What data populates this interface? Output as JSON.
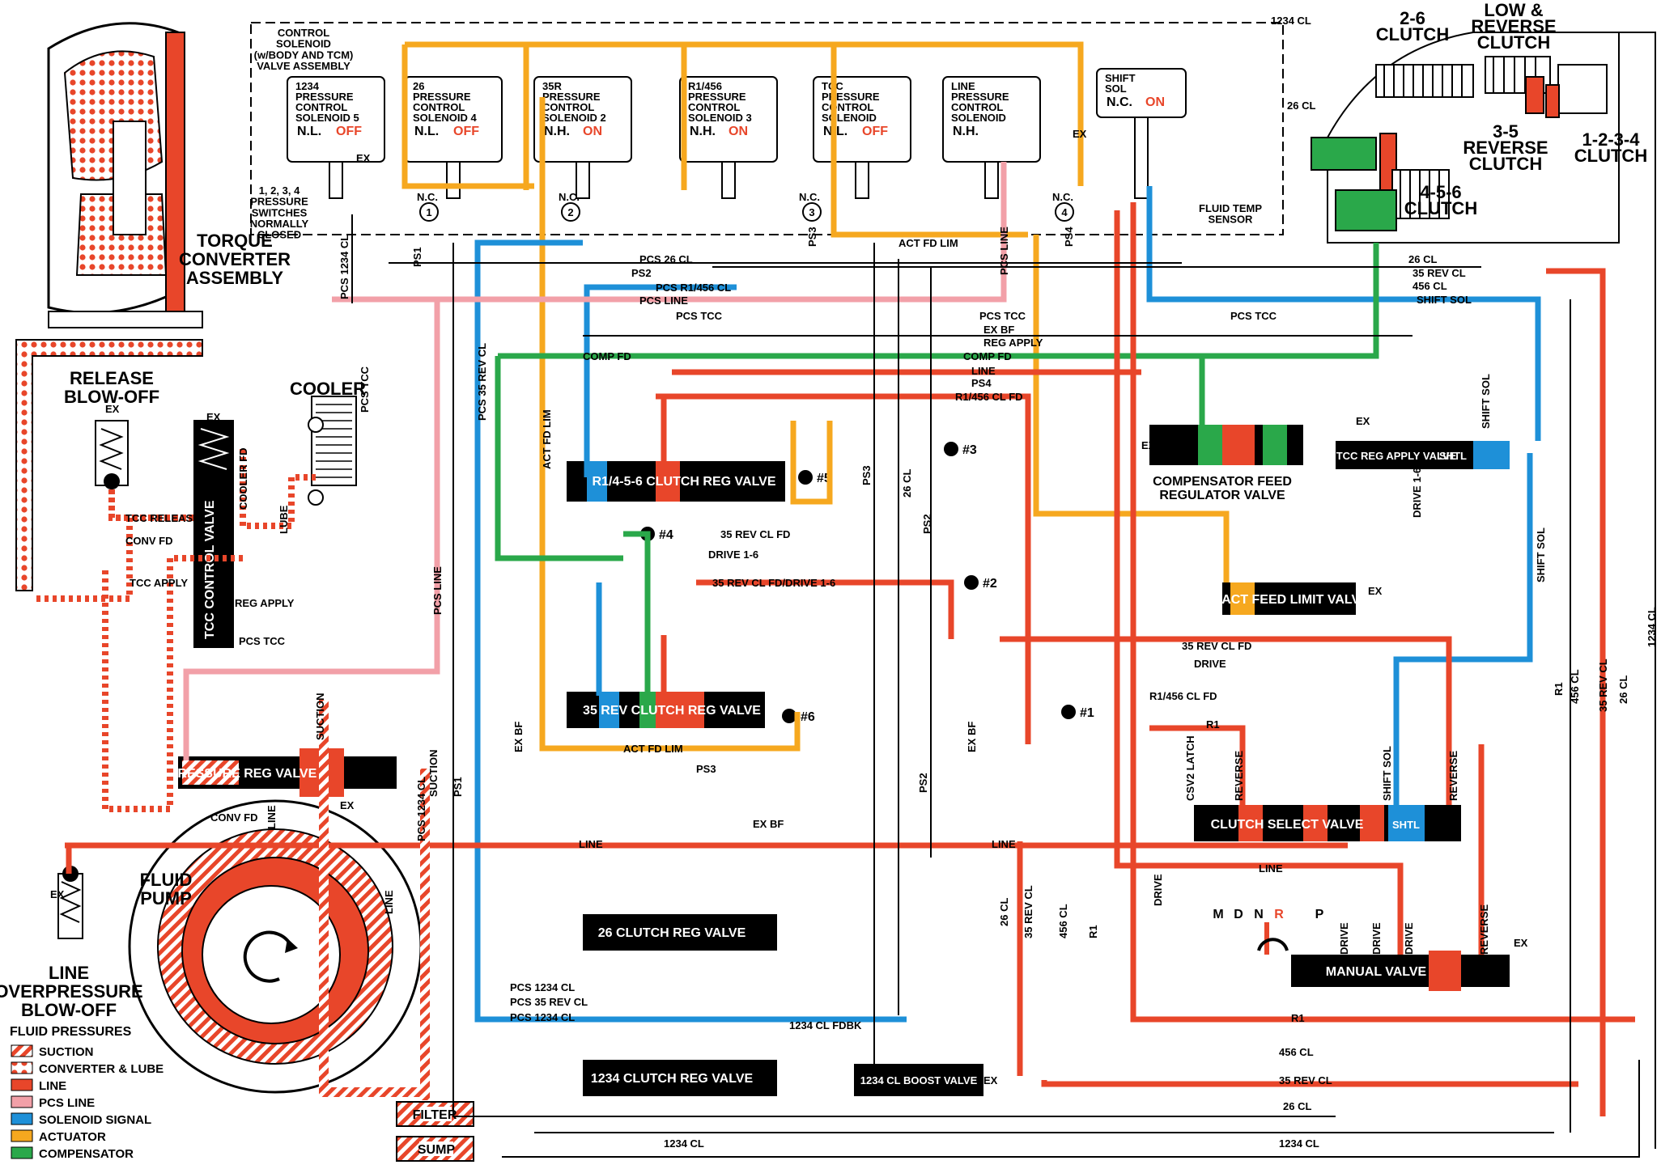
{
  "colors": {
    "line": "#e8462a",
    "pcs_line": "#f2a0a8",
    "solenoid_signal": "#1e90d8",
    "actuator": "#f6a81f",
    "compensator": "#2aa84a",
    "converter": "#e8462a",
    "black": "#000000"
  },
  "titles": {
    "torque_converter": "TORQUE\nCONVERTER\nASSEMBLY",
    "release_blowoff": "RELEASE\nBLOW-OFF",
    "cooler": "COOLER",
    "fluid_pump": "FLUID\nPUMP",
    "line_overpressure": "LINE\nOVERPRESSURE\nBLOW-OFF",
    "filter": "FILTER",
    "sump": "SUMP",
    "control_solenoid_assembly": "CONTROL\nSOLENOID\n(w/BODY AND TCM)\nVALVE ASSEMBLY",
    "pressure_switches": "1, 2, 3, 4\nPRESSURE\nSWITCHES\nNORMALLY\nCLOSED",
    "fluid_temp_sensor": "FLUID TEMP\nSENSOR",
    "compensator_feed_regulator": "COMPENSATOR FEED\nREGULATOR VALVE"
  },
  "clutches": [
    {
      "id": "c26",
      "label": "2-6\nCLUTCH"
    },
    {
      "id": "clr",
      "label": "LOW &\nREVERSE\nCLUTCH"
    },
    {
      "id": "c35r",
      "label": "3-5\nREVERSE\nCLUTCH"
    },
    {
      "id": "c456",
      "label": "4-5-6\nCLUTCH"
    },
    {
      "id": "c1234",
      "label": "1-2-3-4\nCLUTCH"
    }
  ],
  "solenoids": [
    {
      "name": "1234\nPRESSURE\nCONTROL\nSOLENOID 5",
      "type": "N.L.",
      "state": "OFF"
    },
    {
      "name": "26\nPRESSURE\nCONTROL\nSOLENOID 4",
      "type": "N.L.",
      "state": "OFF"
    },
    {
      "name": "35R\nPRESSURE\nCONTROL\nSOLENOID 2",
      "type": "N.H.",
      "state": "ON"
    },
    {
      "name": "R1/456\nPRESSURE\nCONTROL\nSOLENOID 3",
      "type": "N.H.",
      "state": "ON"
    },
    {
      "name": "TCC\nPRESSURE\nCONTROL\nSOLENOID",
      "type": "N.L.",
      "state": "OFF"
    },
    {
      "name": "LINE\nPRESSURE\nCONTROL\nSOLENOID",
      "type": "N.H.",
      "state": ""
    },
    {
      "name": "SHIFT\nSOL",
      "type": "N.C.",
      "state": "ON"
    }
  ],
  "valves": {
    "tcc_control": "TCC CONTROL VALVE",
    "pressure_reg": "PRESSURE REG VALVE",
    "r1456_clutch_reg": "R1/4-5-6 CLUTCH REG VALVE",
    "c35_rev_clutch_reg": "35 REV CLUTCH REG VALVE",
    "c26_clutch_reg": "26 CLUTCH REG VALVE",
    "c1234_clutch_reg": "1234 CLUTCH REG VALVE",
    "c1234_boost": "1234 CL BOOST VALVE",
    "act_feed_limit": "ACT FEED LIMIT VALVE",
    "tcc_reg_apply": "TCC REG APPLY VALVE",
    "shtl": "SHTL",
    "clutch_select": "CLUTCH SELECT VALVE",
    "manual": "MANUAL VALVE"
  },
  "checkballs": [
    "#1",
    "#2",
    "#3",
    "#4",
    "#5",
    "#6"
  ],
  "manual_positions": [
    "M",
    "D",
    "N",
    "R",
    "P"
  ],
  "passage_labels": {
    "pcs_26_cl": "PCS 26 CL",
    "ps2": "PS2",
    "pcs_r1456_cl": "PCS R1/456 CL",
    "pcs_line": "PCS LINE",
    "pcs_tcc": "PCS TCC",
    "ex_bf": "EX BF",
    "reg_apply": "REG APPLY",
    "comp_fd": "COMP FD",
    "line": "LINE",
    "r1456_cl_fd": "R1/456 CL FD",
    "act_fd_lim": "ACT FD LIM",
    "c26_cl": "26 CL",
    "c35_rev_cl": "35 REV CL",
    "c456_cl": "456 CL",
    "shift_sol": "SHIFT SOL",
    "ps4": "PS4",
    "c35_rev_cl_fd": "35 REV CL FD",
    "drive_1_6": "DRIVE 1-6",
    "c35_rev_cl_fd_drive": "35 REV CL FD/DRIVE 1-6",
    "drive": "DRIVE",
    "r1": "R1",
    "pcs_1234_cl": "PCS 1234 CL",
    "pcs_35_rev_cl": "PCS 35 REV CL",
    "c1234_cl": "1234 CL",
    "c1234_cl_fdbk": "1234 CL FDBK",
    "tcc_release": "TCC RELEASE",
    "tcc_apply": "TCC APPLY",
    "conv_fd": "CONV FD",
    "cooler_fd": "COOLER FD",
    "lube": "LUBE",
    "suction": "SUCTION",
    "ps1": "PS1",
    "ps3": "PS3",
    "pcs_1234_cl_v": "PCS 1234 CL",
    "ex": "EX",
    "reverse": "REVERSE",
    "csv2_latch": "CSV2 LATCH",
    "nc": "N.C."
  },
  "legend": {
    "title": "FLUID PRESSURES",
    "items": [
      {
        "label": "SUCTION",
        "key": "suction"
      },
      {
        "label": "CONVERTER & LUBE",
        "key": "converter"
      },
      {
        "label": "LINE",
        "key": "line"
      },
      {
        "label": "PCS LINE",
        "key": "pcs"
      },
      {
        "label": "SOLENOID SIGNAL",
        "key": "solenoid"
      },
      {
        "label": "ACTUATOR",
        "key": "actuator"
      },
      {
        "label": "COMPENSATOR",
        "key": "compensator"
      }
    ]
  }
}
